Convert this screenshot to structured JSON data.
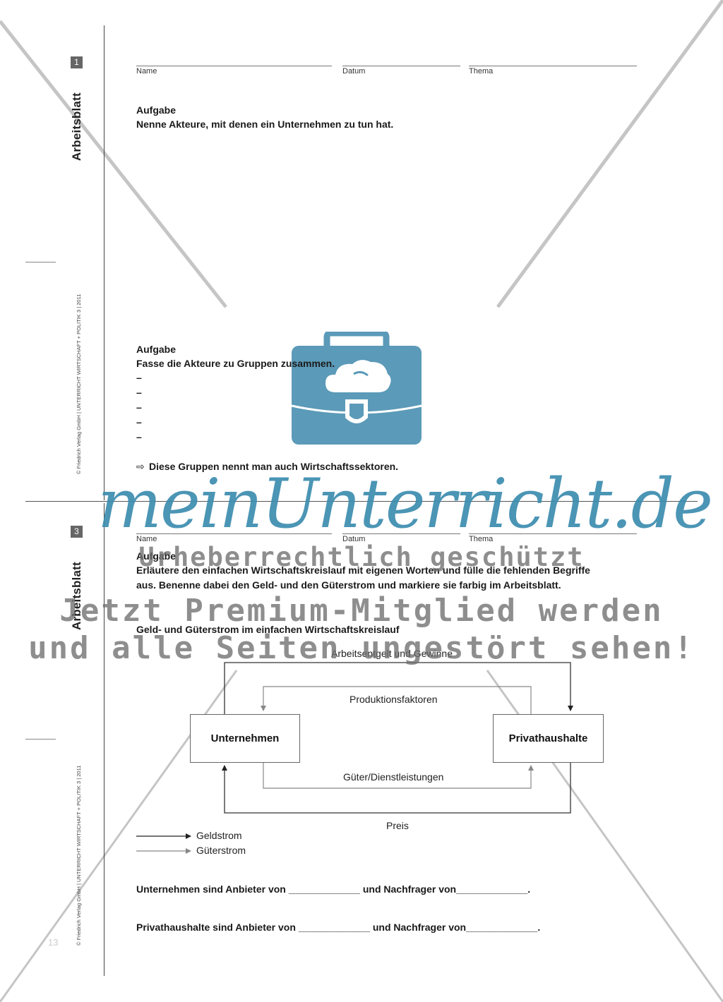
{
  "header_fields": {
    "name": "Name",
    "datum": "Datum",
    "thema": "Thema"
  },
  "section1": {
    "number": "1",
    "side_title": "Arbeitsblatt",
    "copyright": "© Friedrich Verlag GmbH | UNTERRICHT WIRTSCHAFT + POLITIK 3 | 2011",
    "task1_heading": "Aufgabe",
    "task1_text": "Nenne Akteure, mit denen ein Unternehmen zu tun hat.",
    "task2_heading": "Aufgabe",
    "task2_text": "Fasse die Akteure zu Gruppen zusammen.",
    "dashes": [
      "–",
      "–",
      "–",
      "–",
      "–"
    ],
    "note_arrow": "⇨",
    "note_text": "Diese Gruppen nennt man auch Wirtschaftssektoren."
  },
  "section3": {
    "number": "3",
    "side_title": "Arbeitsblatt",
    "copyright": "© Friedrich Verlag GmbH | UNTERRICHT WIRTSCHAFT + POLITIK 3 | 2011",
    "task_heading": "Aufgabe",
    "task_text": "Erläutere den einfachen Wirtschaftskreislauf mit eigenen Worten und fülle die fehlenden Begriffe aus. Benenne dabei den Geld- und den Güterstrom und markiere sie farbig im Arbeitsblatt.",
    "diagram_title": "Geld- und Güterstrom im einfachen Wirtschaftskreislauf",
    "diagram": {
      "box_left": "Unternehmen",
      "box_right": "Privathaushalte",
      "top_outer": "Arbeitsentgelt und Gewinne",
      "top_inner": "Produktionsfaktoren",
      "bottom_inner": "Güter/Dienstleistungen",
      "bottom_outer": "Preis"
    },
    "legend": {
      "geld": "Geldstrom",
      "gueter": "Güterstrom"
    },
    "sentence1": "Unternehmen sind Anbieter von _____________ und Nachfrager von_____________.",
    "sentence2": "Privathaushalte sind Anbieter von _____________ und Nachfrager von_____________."
  },
  "page_number": "13",
  "watermark": {
    "logo": "meinUnterricht.de",
    "line1": "Urheberrechtlich geschützt",
    "line2": "Jetzt Premium-Mitglied werden",
    "line3": "und alle Seiten ungestört sehen!"
  },
  "colors": {
    "watermark_blue": "#3c8caf",
    "bag_blue": "#5b9ab8",
    "line_gray": "#555555"
  }
}
